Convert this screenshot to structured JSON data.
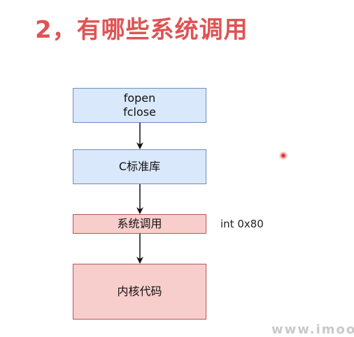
{
  "title": "2，有哪些系统调用",
  "diagram": {
    "nodes": [
      {
        "id": "stdio",
        "lines": [
          "fopen",
          "fclose"
        ],
        "style": "blue"
      },
      {
        "id": "libc",
        "label": "C标准库",
        "style": "blue"
      },
      {
        "id": "syscall",
        "label": "系统调用",
        "style": "red"
      },
      {
        "id": "kernel",
        "label": "内核代码",
        "style": "red"
      }
    ],
    "edges": [
      {
        "from": "stdio",
        "to": "libc"
      },
      {
        "from": "libc",
        "to": "syscall"
      },
      {
        "from": "syscall",
        "to": "kernel"
      }
    ],
    "annotation": "int 0x80"
  },
  "colors": {
    "title": "#e05353",
    "blue_fill": "#dae8fc",
    "blue_border": "#6c8ebf",
    "red_fill": "#f8cecc",
    "red_border": "#b85450"
  },
  "watermark": "www.imooc"
}
